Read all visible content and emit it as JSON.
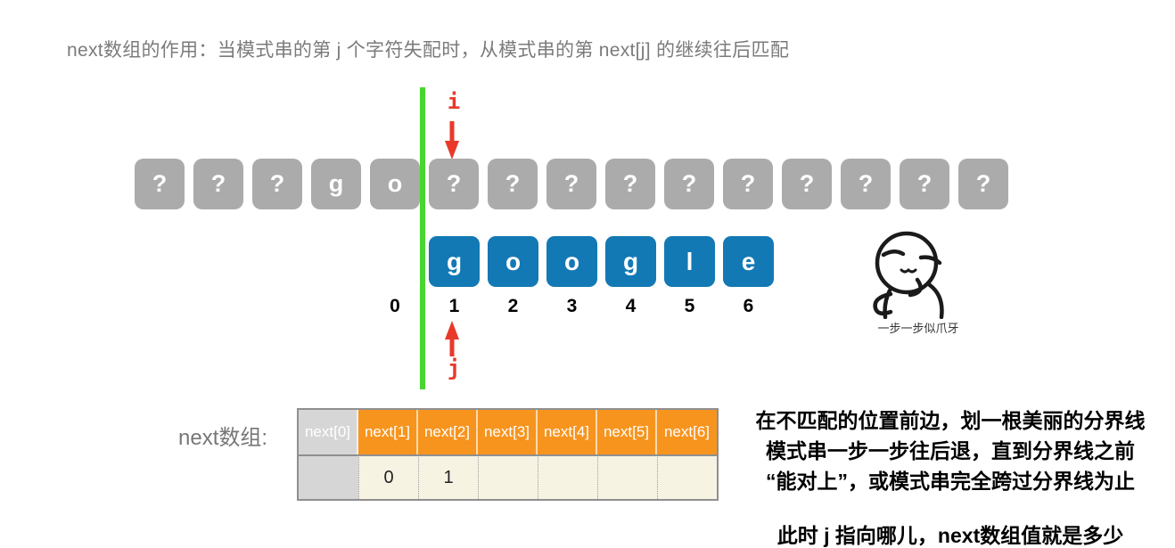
{
  "title": "next数组的作用：当模式串的第 j 个字符失配时，从模式串的第 next[j] 的继续往后匹配",
  "pattern": {
    "cells": [
      "?",
      "?",
      "?",
      "g",
      "o",
      "?",
      "?",
      "?",
      "?",
      "?",
      "?",
      "?",
      "?",
      "?",
      "?"
    ]
  },
  "pattern_string": {
    "cells": [
      "g",
      "o",
      "o",
      "g",
      "l",
      "e"
    ]
  },
  "indices": {
    "zero": "0",
    "cells": [
      "1",
      "2",
      "3",
      "4",
      "5",
      "6"
    ]
  },
  "pointers": {
    "i_label": "i",
    "j_label": "j"
  },
  "next_table": {
    "label": "next数组:",
    "headers": [
      "next[0]",
      "next[1]",
      "next[2]",
      "next[3]",
      "next[4]",
      "next[5]",
      "next[6]"
    ],
    "values": [
      "",
      "0",
      "1",
      "",
      "",
      "",
      ""
    ]
  },
  "notes": {
    "line1": "在不匹配的位置前边，划一根美丽的分界线",
    "line2": "模式串一步一步往后退，直到分界线之前",
    "line3": "“能对上”，或模式串完全跨过分界线为止",
    "bottom": "此时 j 指向哪儿，next数组值就是多少"
  },
  "meme": {
    "caption": "一步一步似爪牙"
  },
  "colors": {
    "gray_box": "#ABABAB",
    "blue_box": "#1379B4",
    "green_line": "#49D52F",
    "red_pointer": "#E8392A",
    "orange_header": "#F7941D",
    "cream_cell": "#F7F3E3",
    "gray_cell": "#D6D6D6"
  }
}
